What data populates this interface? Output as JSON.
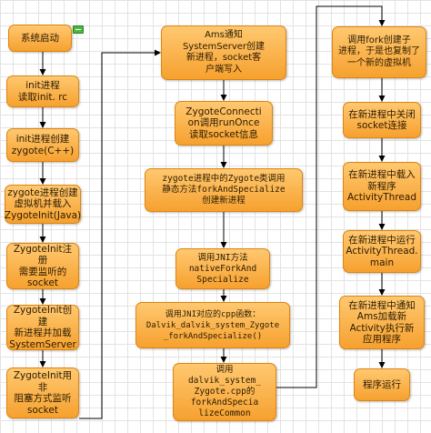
{
  "nodes": {
    "start": "系统启动",
    "init_read_rc": "init进程\n读取init. rc",
    "init_create_zygote": "init进程创建\nzygote(C++)",
    "zygote_create_vm": "zygote进程创建\n虚拟机并载入\nZygoteInit(Java)",
    "zygoteinit_register_socket": "ZygoteInit注册\n需要监听的\nsocket",
    "zygoteinit_create_systemserver": "ZygoteInit创建\n新进程并加载\nSystemServer",
    "zygoteinit_listen_socket": "ZygoteInit用非\n阻塞方式监听\nsocket",
    "ams_notify": "Ams通知\nSystemServer创建\n新进程，socket客\n户端写入",
    "zygoteconnection_runonce": "ZygoteConnecti\non调用runOnce\n读取socket信息",
    "zygote_forkandspecialize": "zygote进程中的Zygote类调用\n静态方法forkAndSpecialize\n创建新进程",
    "jni_native_fork": "调用JNI方法\nnativeForkAnd\nSpecialize",
    "jni_cpp_function": "调用JNI对应的cpp函数：\nDalvik_dalvik_system_Zygote\n_forkAndSpecialize()",
    "zygote_cpp_fork": "调用\ndalvik_system_\nZygote.cpp的\nforkAndSpecia\nlizeCommon",
    "fork_copy_vm": "调用fork创建子\n进程，于是也复制了\n一个新的虚拟机",
    "close_socket": "在新进程中关闭\nsocket连接",
    "load_activitythread": "在新进程中载入\n新程序\nActivityThread",
    "run_activitythread_main": "在新进程中运行\nActivityThread.\nmain",
    "notify_ams": "在新进程中通知\nAms加载新\nActivity执行新\n应用程序",
    "program_running": "程序运行"
  },
  "colors": {
    "node_fill_top": "#ffc870",
    "node_fill_bottom": "#f6a12f",
    "node_border": "#dd8412",
    "connector": "#000000",
    "grid_line": "#e3e3e3",
    "badge": "#4cb83e"
  }
}
